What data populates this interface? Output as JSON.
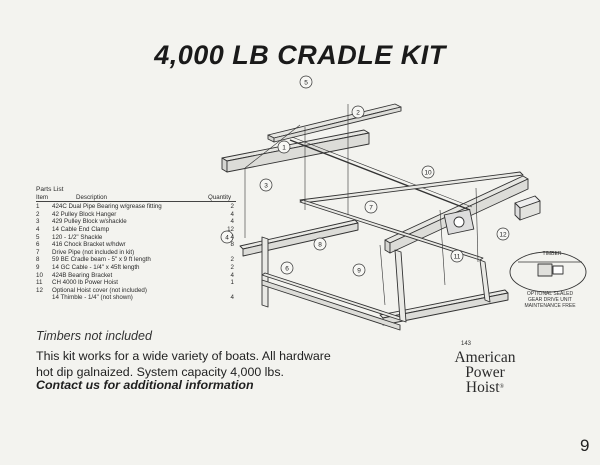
{
  "title": "4,000 LB CRADLE KIT",
  "parts_list": {
    "title": "Parts List",
    "headers": {
      "item": "Item",
      "description": "Description",
      "quantity": "Quantity"
    },
    "items": [
      {
        "item": "1",
        "desc": "424C Dual Pipe Bearing w/grease fitting",
        "qty": "2"
      },
      {
        "item": "2",
        "desc": "42 Pulley Block Hanger",
        "qty": "4"
      },
      {
        "item": "3",
        "desc": "429 Pulley Block w/shackle",
        "qty": "4"
      },
      {
        "item": "4",
        "desc": "14 Cable End Clamp",
        "qty": "12"
      },
      {
        "item": "5",
        "desc": "120 - 1/2\" Shackle",
        "qty": "4"
      },
      {
        "item": "6",
        "desc": "416 Chock Bracket w/hdwr",
        "qty": "8"
      },
      {
        "item": "7",
        "desc": "Drive Pipe (not included in kit)",
        "qty": ""
      },
      {
        "item": "8",
        "desc": "59 BE Cradle beam - 5\" x 9 ft length",
        "qty": "2"
      },
      {
        "item": "9",
        "desc": "14 GC Cable - 1/4\" x 45ft length",
        "qty": "2"
      },
      {
        "item": "10",
        "desc": "424B Bearing Bracket",
        "qty": "4"
      },
      {
        "item": "11",
        "desc": "CH 4000 lb Power Hoist",
        "qty": "1"
      },
      {
        "item": "12",
        "desc": "Optional Hoist cover (not included)",
        "qty": ""
      },
      {
        "item": "",
        "desc": "14 Thimble - 1/4\" (not shown)",
        "qty": "4"
      }
    ]
  },
  "note_timbers": "Timbers not included",
  "body_lines": [
    "This kit works for a wide variety of boats.  All hardware",
    "hot dip galnaized.  System capacity 4,000 lbs."
  ],
  "contact": "Contact us for additional information",
  "brand": {
    "number": "143",
    "line1": "American",
    "line2": "Power",
    "line3": "Hoist",
    "mark": "®"
  },
  "inset": {
    "timber_label": "TIMBER",
    "note_lines": [
      "OPTIONAL SEALED",
      "GEAR DRIVE UNIT",
      "MAINTENANCE FREE"
    ]
  },
  "callouts": [
    "1",
    "2",
    "3",
    "4",
    "5",
    "6",
    "7",
    "8",
    "9",
    "10",
    "11",
    "12"
  ],
  "page_number": "9",
  "colors": {
    "background": "#f3f3ef",
    "line": "#333333"
  }
}
